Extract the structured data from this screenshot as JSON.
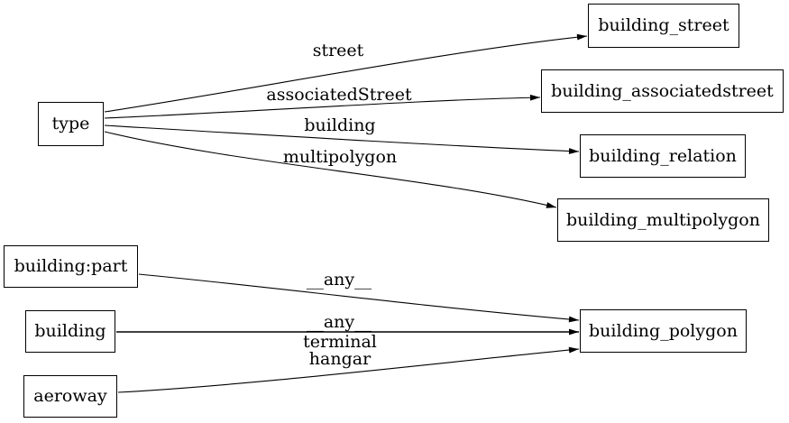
{
  "diagram": {
    "background": "#ffffff",
    "line_color": "#000000",
    "nodes": {
      "type": {
        "label": "type"
      },
      "building_street": {
        "label": "building_street"
      },
      "building_associatedstreet": {
        "label": "building_associatedstreet"
      },
      "building_relation": {
        "label": "building_relation"
      },
      "building_multipolygon": {
        "label": "building_multipolygon"
      },
      "building_polygon": {
        "label": "building_polygon"
      },
      "building_part": {
        "label": "building:part"
      },
      "building": {
        "label": "building"
      },
      "aeroway": {
        "label": "aeroway"
      }
    },
    "edges": [
      {
        "from": "type",
        "to": "building_street",
        "label": "street"
      },
      {
        "from": "type",
        "to": "building_associatedstreet",
        "label": "associatedStreet"
      },
      {
        "from": "type",
        "to": "building_relation",
        "label": "building"
      },
      {
        "from": "type",
        "to": "building_multipolygon",
        "label": "multipolygon"
      },
      {
        "from": "building:part",
        "to": "building_polygon",
        "label": "__any__"
      },
      {
        "from": "building",
        "to": "building_polygon",
        "label": "__any__"
      },
      {
        "from": "aeroway",
        "to": "building_polygon",
        "lines": [
          "terminal",
          "hangar"
        ]
      }
    ]
  }
}
